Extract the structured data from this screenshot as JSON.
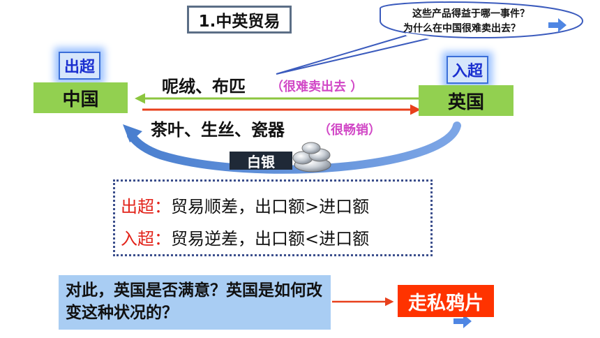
{
  "title": "1.中英贸易",
  "china": {
    "status": "出超",
    "name": "中国"
  },
  "britain": {
    "status": "入超",
    "name": "英国"
  },
  "bubble": {
    "line1": "这些产品得益于哪一事件？",
    "line2": "为什么在中国很难卖出去？"
  },
  "imports": {
    "goods": "呢绒、布匹",
    "note": "（很难卖出去 ）"
  },
  "exports": {
    "goods": "茶叶、生丝、瓷器",
    "note": "（很畅销）"
  },
  "payment": "白银",
  "definitions": [
    {
      "term": "出超：",
      "text": "贸易顺差，出口额>进口额"
    },
    {
      "term": "入超：",
      "text": "贸易逆差，出口额<进口额"
    }
  ],
  "question": "对此，英国是否满意？英国是如何改变这种状况的？",
  "answer": "走私鸦片",
  "colors": {
    "country_bg": "#92d050",
    "status_text": "#1a2fd0",
    "green_arrow": "#8cc63f",
    "red_arrow": "#e8401c",
    "note_pink": "#d147c6",
    "curve_blue": "#5b8fd6",
    "answer_bg": "#ff3300",
    "question_bg": "#a9cdf3"
  },
  "icons": [
    "silver-ingots-icon",
    "blue-right-arrow-icon"
  ]
}
